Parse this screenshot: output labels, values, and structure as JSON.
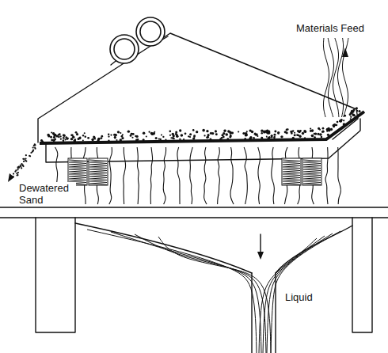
{
  "diagram": {
    "labels": [
      "Materials Feed",
      "Dewatered Sand",
      "Liquid"
    ]
  }
}
